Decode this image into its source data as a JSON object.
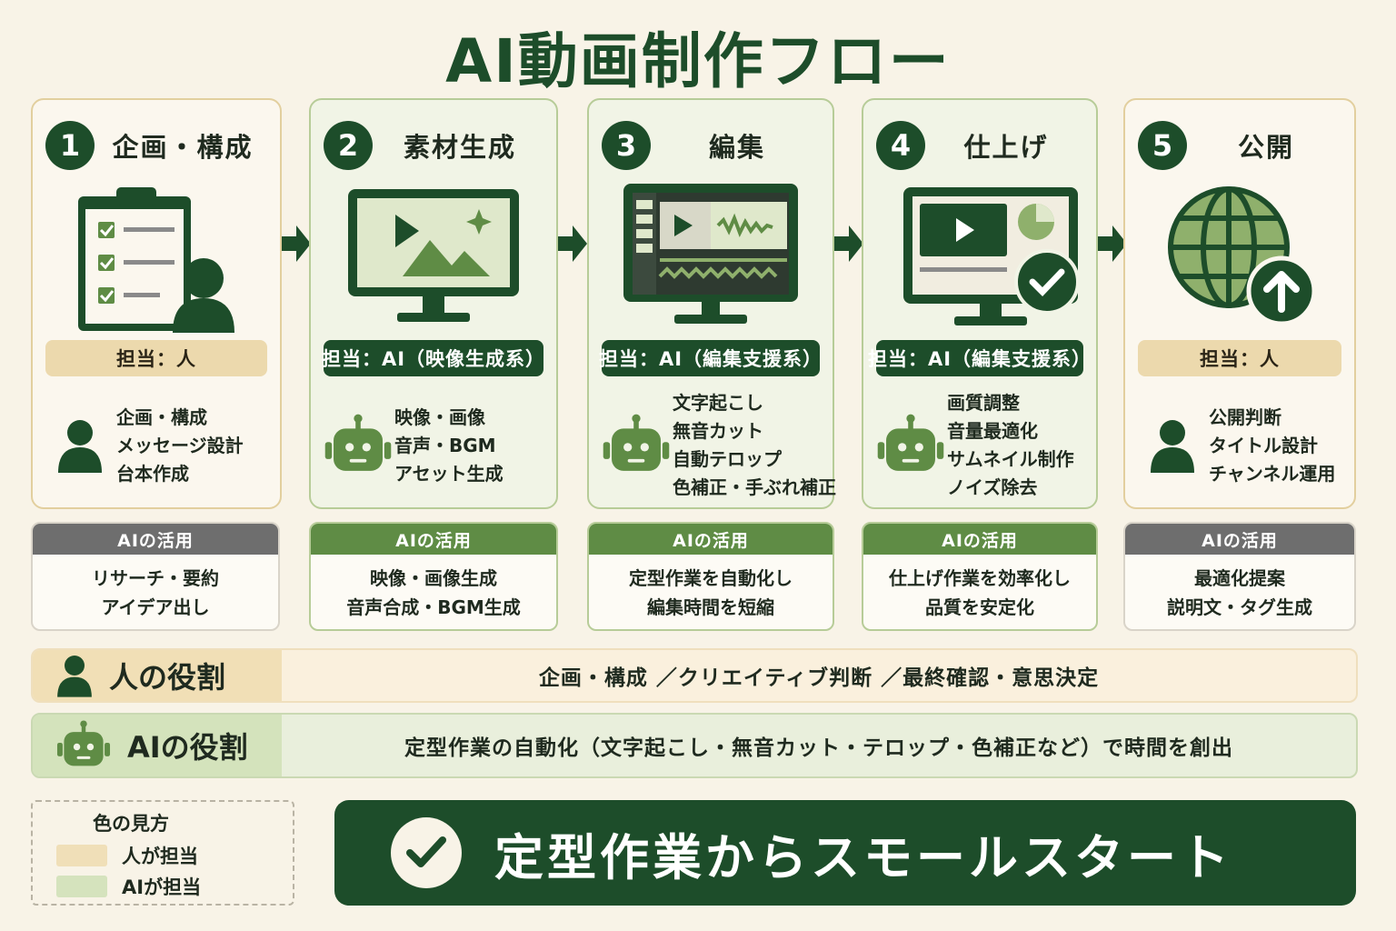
{
  "title": "AI動画制作フロー",
  "steps": [
    {
      "num": "1",
      "title": "企画・構成",
      "role": "担当：人",
      "kind": "human",
      "tasks": [
        "企画・構成",
        "メッセージ設計",
        "台本作成"
      ],
      "ai_use_header": "AIの活用",
      "ai_use": [
        "リサーチ・要約",
        "アイデア出し"
      ]
    },
    {
      "num": "2",
      "title": "素材生成",
      "role": "担当：AI（映像生成系）",
      "kind": "ai",
      "tasks": [
        "映像・画像",
        "音声・BGM",
        "アセット生成"
      ],
      "ai_use_header": "AIの活用",
      "ai_use": [
        "映像・画像生成",
        "音声合成・BGM生成"
      ]
    },
    {
      "num": "3",
      "title": "編集",
      "role": "担当：AI（編集支援系）",
      "kind": "ai",
      "tasks": [
        "文字起こし",
        "無音カット",
        "自動テロップ",
        "色補正・手ぶれ補正"
      ],
      "ai_use_header": "AIの活用",
      "ai_use": [
        "定型作業を自動化し",
        "編集時間を短縮"
      ]
    },
    {
      "num": "4",
      "title": "仕上げ",
      "role": "担当：AI（編集支援系）",
      "kind": "ai",
      "tasks": [
        "画質調整",
        "音量最適化",
        "サムネイル制作",
        "ノイズ除去"
      ],
      "ai_use_header": "AIの活用",
      "ai_use": [
        "仕上げ作業を効率化し",
        "品質を安定化"
      ]
    },
    {
      "num": "5",
      "title": "公開",
      "role": "担当：人",
      "kind": "human",
      "tasks": [
        "公開判断",
        "タイトル設計",
        "チャンネル運用"
      ],
      "ai_use_header": "AIの活用",
      "ai_use": [
        "最適化提案",
        "説明文・タグ生成"
      ]
    }
  ],
  "roles": {
    "human": {
      "label": "人の役割",
      "text": "企画・構成 ／クリエイティブ判断 ／最終確認・意思決定"
    },
    "ai": {
      "label": "AIの役割",
      "text": "定型作業の自動化（文字起こし・無音カット・テロップ・色補正など）で時間を創出"
    }
  },
  "legend": {
    "title": "色の見方",
    "items": [
      {
        "label": "人が担当",
        "color": "#f0dfb8"
      },
      {
        "label": "AIが担当",
        "color": "#d5e3bd"
      }
    ]
  },
  "cta": "定型作業からスモールスタート",
  "colors": {
    "dark_green": "#1d4d2a",
    "mid_green": "#5f8c45",
    "light_green": "#d5e3bd",
    "beige": "#ecd9ad",
    "background": "#f8f3e7"
  }
}
